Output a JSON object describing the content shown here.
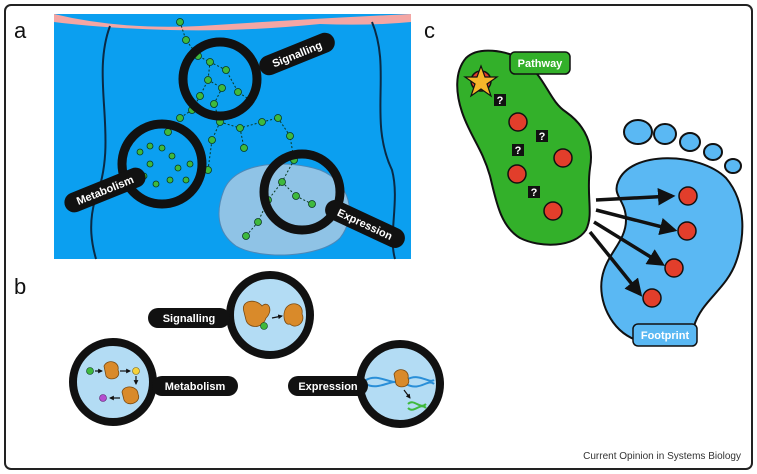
{
  "panels": {
    "a": {
      "letter": "a",
      "labels": {
        "signalling": "Signalling",
        "metabolism": "Metabolism",
        "expression": "Expression"
      }
    },
    "b": {
      "letter": "b",
      "labels": {
        "signalling": "Signalling",
        "metabolism": "Metabolism",
        "expression": "Expression"
      }
    },
    "c": {
      "letter": "c",
      "labels": {
        "pathway": "Pathway",
        "footprint": "Footprint"
      },
      "question_mark": "?"
    }
  },
  "caption": "Current Opinion in Systems Biology",
  "colors": {
    "cell_blue": "#0b9ff0",
    "membrane_pink": "#f4a6a4",
    "node_green": "#3fb93d",
    "lens_fill": "#b3dcf4",
    "enzyme_orange": "#d98a2a",
    "pathway_green": "#33b02a",
    "footprint_blue": "#5ab8f3",
    "marker_red": "#e23e2b",
    "star_yellow": "#f6b52a",
    "label_black": "#111111"
  }
}
